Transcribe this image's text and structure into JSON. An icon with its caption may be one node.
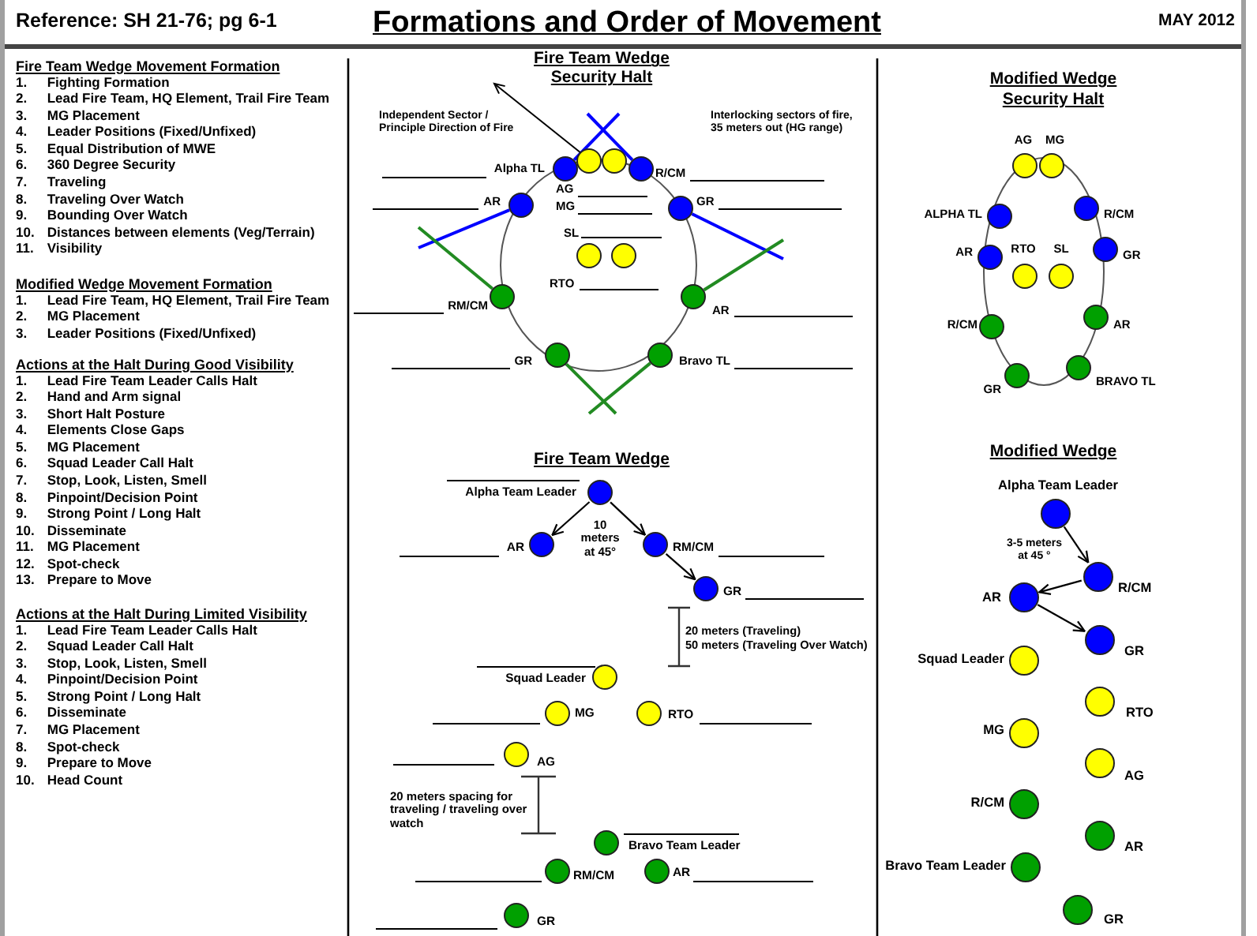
{
  "diagram": {
    "title": "Formations and Order of Movement",
    "nodes": [
      {
        "text": [],
        "shape": "circle",
        "beside": [
          "Alpha TL"
        ]
      },
      {
        "text": [],
        "shape": "circle"
      },
      {
        "text": [],
        "shape": "circle"
      },
      {
        "text": [],
        "shape": "circle",
        "beside": [
          "R/CM"
        ]
      },
      {
        "text": [],
        "shape": "circle",
        "beside": [
          "AR"
        ]
      },
      {
        "text": [],
        "shape": "circle",
        "beside": [
          "GR"
        ]
      },
      {
        "text": [],
        "shape": "circle"
      },
      {
        "text": [],
        "shape": "circle"
      },
      {
        "text": [],
        "shape": "circle",
        "beside": [
          "RM/CM"
        ]
      },
      {
        "text": [],
        "shape": "circle",
        "beside": [
          "AR"
        ]
      },
      {
        "text": [],
        "shape": "circle",
        "beside": [
          "GR"
        ]
      },
      {
        "text": [],
        "shape": "circle",
        "beside": [
          "Bravo TL"
        ]
      },
      {
        "text": [],
        "shape": "circle",
        "beside": [
          "AG"
        ]
      },
      {
        "text": [],
        "shape": "circle",
        "beside": [
          "MG"
        ]
      },
      {
        "text": [],
        "shape": "circle",
        "beside": [
          "ALPHA TL"
        ]
      },
      {
        "text": [],
        "shape": "circle",
        "beside": [
          "R/CM"
        ]
      },
      {
        "text": [],
        "shape": "circle",
        "beside": [
          "AR"
        ]
      },
      {
        "text": [],
        "shape": "circle",
        "beside": [
          "GR"
        ]
      },
      {
        "text": [],
        "shape": "circle",
        "beside": [
          "RTO"
        ]
      },
      {
        "text": [],
        "shape": "circle",
        "beside": [
          "SL"
        ]
      },
      {
        "text": [],
        "shape": "circle",
        "beside": [
          "R/CM"
        ]
      },
      {
        "text": [],
        "shape": "circle",
        "beside": [
          "AR"
        ]
      },
      {
        "text": [],
        "shape": "circle",
        "beside": [
          "GR"
        ]
      },
      {
        "text": [],
        "shape": "circle",
        "beside": [
          "BRAVO TL"
        ]
      },
      {
        "text": [],
        "shape": "circle",
        "beside": [
          "Alpha Team Leader"
        ]
      },
      {
        "text": [],
        "shape": "circle",
        "beside": [
          "AR"
        ]
      },
      {
        "text": [],
        "shape": "circle",
        "beside": [
          "RM/CM"
        ]
      },
      {
        "text": [],
        "shape": "circle",
        "beside": [
          "GR"
        ]
      },
      {
        "text": [],
        "shape": "circle",
        "beside": [
          "Squad Leader"
        ]
      },
      {
        "text": [],
        "shape": "circle",
        "beside": [
          "MG"
        ]
      },
      {
        "text": [],
        "shape": "circle",
        "beside": [
          "RTO"
        ]
      },
      {
        "text": [],
        "shape": "circle",
        "beside": [
          "AG"
        ]
      },
      {
        "text": [],
        "shape": "circle",
        "beside": [
          "Bravo Team Leader"
        ]
      },
      {
        "text": [],
        "shape": "circle",
        "beside": [
          "RM/CM"
        ]
      },
      {
        "text": [],
        "shape": "circle",
        "beside": [
          "AR"
        ]
      },
      {
        "text": [],
        "shape": "circle",
        "beside": [
          "GR"
        ]
      },
      {
        "text": [],
        "shape": "circle",
        "beside": [
          "Alpha Team Leader"
        ]
      },
      {
        "text": [],
        "shape": "circle",
        "beside": [
          "R/CM"
        ]
      },
      {
        "text": [],
        "shape": "circle",
        "beside": [
          "AR"
        ]
      },
      {
        "text": [],
        "shape": "circle",
        "beside": [
          "GR"
        ]
      },
      {
        "text": [],
        "shape": "circle",
        "beside": [
          "Squad Leader"
        ]
      },
      {
        "text": [],
        "shape": "circle",
        "beside": [
          "RTO"
        ]
      },
      {
        "text": [],
        "shape": "circle",
        "beside": [
          "MG"
        ]
      },
      {
        "text": [],
        "shape": "circle",
        "beside": [
          "AG"
        ]
      },
      {
        "text": [],
        "shape": "circle",
        "beside": [
          "R/CM"
        ]
      },
      {
        "text": [],
        "shape": "circle",
        "beside": [
          "AR"
        ]
      },
      {
        "text": [],
        "shape": "circle",
        "beside": [
          "Bravo Team Leader"
        ]
      },
      {
        "text": [],
        "shape": "circle",
        "beside": [
          "GR"
        ]
      }
    ],
    "edges": [
      {
        "from": 24,
        "to": 25,
        "arrow": "to"
      },
      {
        "from": 24,
        "to": 26,
        "arrow": "to"
      },
      {
        "from": 26,
        "to": 27,
        "arrow": "to"
      },
      {
        "from": 36,
        "to": 37,
        "arrow": "to"
      },
      {
        "from": 37,
        "to": 38,
        "arrow": "to"
      },
      {
        "from": 38,
        "to": 39,
        "arrow": "to"
      }
    ],
    "labels": [
      "Reference: SH 21-76; pg 6-1",
      "MAY 2012",
      "Fire Team Wedge Movement Formation",
      "1. Fighting Formation",
      "2. Lead Fire Team, HQ Element, Trail Fire Team",
      "3. MG Placement",
      "4. Leader Positions (Fixed/Unfixed)",
      "5. Equal Distribution of MWE",
      "6. 360 Degree Security",
      "7. Traveling",
      "8. Traveling Over Watch",
      "9. Bounding Over Watch",
      "10. Distances between elements (Veg/Terrain)",
      "11. Visibility",
      "Modified Wedge Movement Formation",
      "1. Lead Fire Team, HQ Element, Trail Fire Team",
      "2. MG Placement",
      "3. Leader Positions (Fixed/Unfixed)",
      "Actions at the Halt During Good Visibility",
      "1. Lead Fire Team Leader Calls Halt",
      "2. Hand and Arm signal",
      "3. Short Halt Posture",
      "4. Elements Close Gaps",
      "5. MG Placement",
      "6. Squad Leader Call Halt",
      "7. Stop, Look, Listen, Smell",
      "8. Pinpoint/Decision Point",
      "9. Strong Point / Long Halt",
      "10. Disseminate",
      "11. MG Placement",
      "12. Spot-check",
      "13. Prepare to Move",
      "Actions at the Halt During Limited Visibility",
      "1. Lead Fire Team Leader Calls Halt",
      "2. Squad Leader Call Halt",
      "3. Stop, Look, Listen, Smell",
      "4. Pinpoint/Decision Point",
      "5. Strong Point / Long Halt",
      "6. Disseminate",
      "7. MG Placement",
      "8. Spot-check",
      "9. Prepare to Move",
      "10. Head Count",
      "Fire Team Wedge",
      "Security Halt",
      "Independent Sector / Principle Direction of Fire",
      "Interlocking sectors of fire, 35 meters out (HG range)",
      "AG",
      "MG",
      "SL",
      "RTO",
      "Modified Wedge",
      "Security Halt",
      "Fire Team Wedge",
      "10 meters at 45°",
      "20 meters (Traveling)",
      "50 meters (Traveling Over Watch)",
      "20 meters spacing for traveling / traveling over watch",
      "Modified Wedge",
      "3-5 meters at 45 °"
    ]
  }
}
